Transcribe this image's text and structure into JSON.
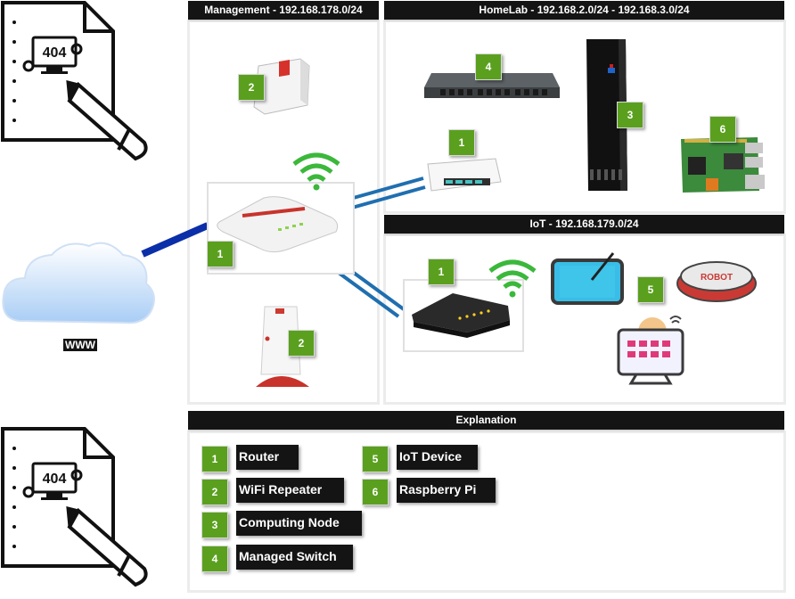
{
  "sections": {
    "management": "Management - 192.168.178.0/24",
    "homelab": "HomeLab - 192.168.2.0/24 - 192.168.3.0/24",
    "iot": "IoT - 192.168.179.0/24",
    "explanation": "Explanation"
  },
  "cloud_label": "WWW",
  "badges": {
    "mgmt_repeater_top": "2",
    "mgmt_router": "1",
    "mgmt_repeater_bottom": "2",
    "homelab_switch": "4",
    "homelab_router": "1",
    "homelab_compute": "3",
    "homelab_pi": "6",
    "iot_router": "1",
    "iot_device": "5"
  },
  "legend": [
    {
      "num": "1",
      "label": "Router"
    },
    {
      "num": "2",
      "label": "WiFi Repeater"
    },
    {
      "num": "3",
      "label": "Computing Node"
    },
    {
      "num": "4",
      "label": "Managed Switch"
    },
    {
      "num": "5",
      "label": "IoT Device"
    },
    {
      "num": "6",
      "label": "Raspberry Pi"
    }
  ],
  "icons": {
    "error_page": "document-404-pencil-icon",
    "cloud": "cloud-icon",
    "wifi": "wifi-icon"
  },
  "colors": {
    "badge": "#5aa01e",
    "header": "#141414",
    "link": "#0b2fa8",
    "link_double": "#1f6fb0"
  },
  "screen_text": "404",
  "robot_text": "ROBOT"
}
